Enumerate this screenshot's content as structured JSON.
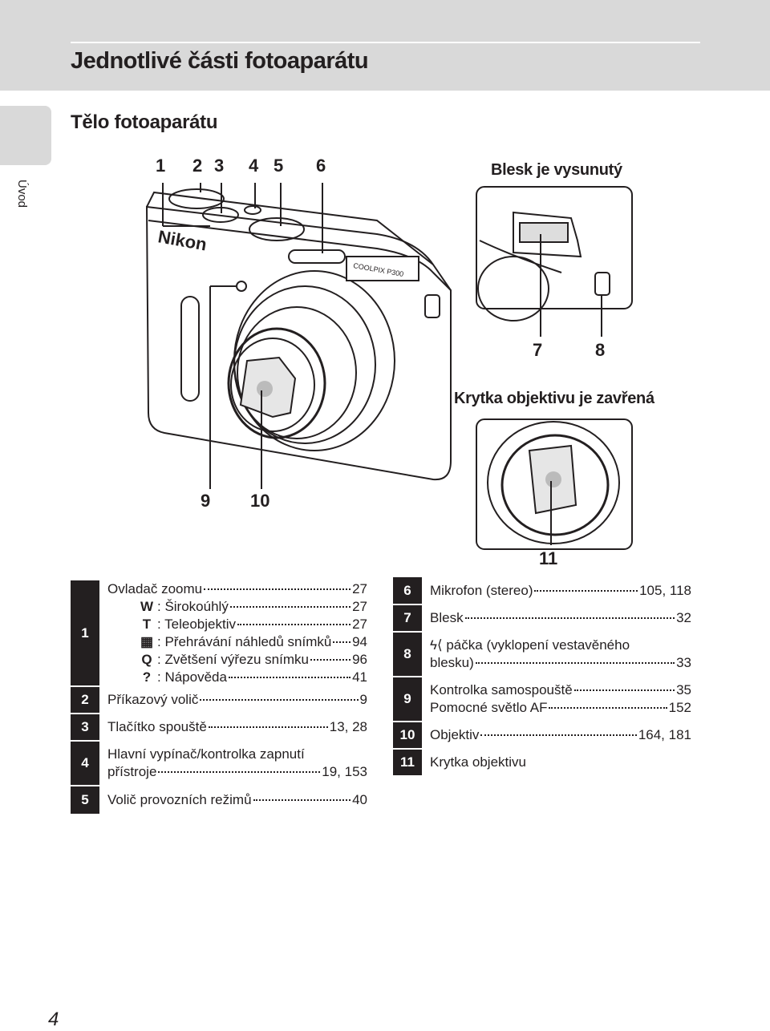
{
  "header": {
    "title": "Jednotlivé části fotoaparátu",
    "side_tab": "Úvod"
  },
  "section": {
    "title": "Tělo fotoaparátu"
  },
  "figure": {
    "callouts_top": [
      "1",
      "2",
      "3",
      "4",
      "5",
      "6"
    ],
    "callouts_bottom": [
      "9",
      "10"
    ],
    "flash_caption": "Blesk je vysunutý",
    "flash_callouts": [
      "7",
      "8"
    ],
    "lens_caption": "Krytka objektivu je zavřená",
    "lens_callout": "11",
    "camera_brand": "Nikon",
    "camera_model": "COOLPIX P300"
  },
  "parts_left": [
    {
      "num": "1",
      "items": [
        {
          "label": "Ovladač zoomu",
          "page": "27"
        },
        {
          "symbol": "W",
          "label": ": Širokoúhlý",
          "page": "27"
        },
        {
          "symbol": "T",
          "label": ": Teleobjektiv",
          "page": "27"
        },
        {
          "symbol": "▦",
          "label": ": Přehrávání náhledů snímků",
          "page": "94"
        },
        {
          "symbol": "Q",
          "label": ": Zvětšení výřezu snímku",
          "page": "96"
        },
        {
          "symbol": "?",
          "label": ": Nápověda",
          "page": "41"
        }
      ]
    },
    {
      "num": "2",
      "items": [
        {
          "label": "Příkazový volič",
          "page": "9"
        }
      ]
    },
    {
      "num": "3",
      "items": [
        {
          "label": "Tlačítko spouště",
          "page": "13, 28"
        }
      ]
    },
    {
      "num": "4",
      "items": [
        {
          "label": "Hlavní vypínač/kontrolka zapnutí"
        },
        {
          "label": "přístroje",
          "page": "19, 153"
        }
      ]
    },
    {
      "num": "5",
      "items": [
        {
          "label": "Volič provozních režimů",
          "page": "40"
        }
      ]
    }
  ],
  "parts_right": [
    {
      "num": "6",
      "items": [
        {
          "label": "Mikrofon (stereo)",
          "page": "105, 118"
        }
      ]
    },
    {
      "num": "7",
      "items": [
        {
          "label": "Blesk",
          "page": "32"
        }
      ]
    },
    {
      "num": "8",
      "items": [
        {
          "label": "ϟ⟨ páčka (vyklopení vestavěného"
        },
        {
          "label": "blesku)",
          "page": "33"
        }
      ]
    },
    {
      "num": "9",
      "items": [
        {
          "label": "Kontrolka samospouště",
          "page": "35"
        },
        {
          "label": "Pomocné světlo AF",
          "page": "152"
        }
      ]
    },
    {
      "num": "10",
      "items": [
        {
          "label": "Objektiv",
          "page": "164, 181"
        }
      ]
    },
    {
      "num": "11",
      "items": [
        {
          "label": "Krytka objektivu"
        }
      ]
    }
  ],
  "page_number": "4"
}
